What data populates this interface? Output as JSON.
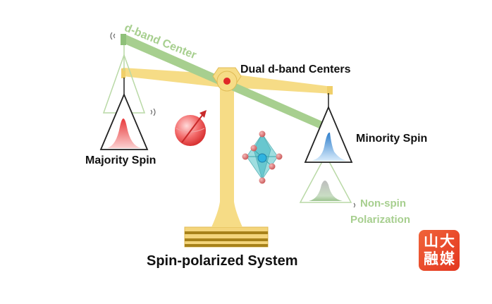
{
  "labels": {
    "d_band_center": "d-band Center",
    "dual_centers": "Dual d-band Centers",
    "majority_spin": "Majority Spin",
    "minority_spin": "Minority Spin",
    "non_spin_line1": "Non-spin",
    "non_spin_line2": "Polarization",
    "system_title": "Spin-polarized System"
  },
  "logo": {
    "chars": [
      "山",
      "大",
      "融",
      "媒"
    ]
  },
  "colors": {
    "balance": "#f6dc86",
    "balance_edge": "#e7c35a",
    "base_stripe": "#a8821a",
    "green_beam": "#a7cf8f",
    "majority_peak": "#e23a3a",
    "minority_peak": "#3d86c9",
    "nonspin_peak": "#8cb88a",
    "logo": "#e3361f"
  }
}
